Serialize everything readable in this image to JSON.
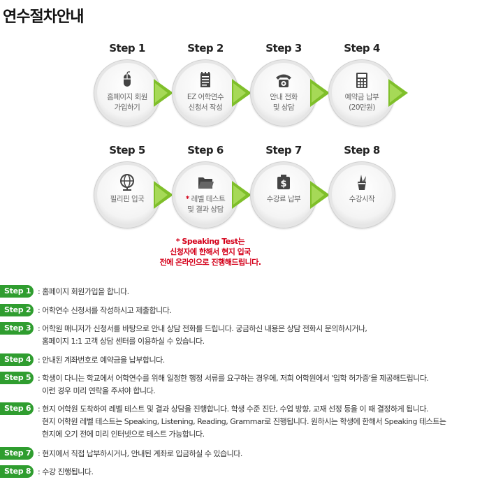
{
  "page_title": "연수절차안내",
  "steps": [
    {
      "title": "Step 1",
      "label_lines": [
        "홈페이지 회원",
        "가입하기"
      ],
      "icon": "mouse-icon"
    },
    {
      "title": "Step 2",
      "label_lines": [
        "EZ 어학연수",
        "신청서 작성"
      ],
      "icon": "notepad-icon"
    },
    {
      "title": "Step 3",
      "label_lines": [
        "안내 전화",
        "및 상담"
      ],
      "icon": "telephone-icon"
    },
    {
      "title": "Step 4",
      "label_lines": [
        "예약금 납부",
        "(20만원)"
      ],
      "icon": "calculator-icon"
    },
    {
      "title": "Step 5",
      "label_lines": [
        "필리핀 입국"
      ],
      "icon": "globe-icon"
    },
    {
      "title": "Step 6",
      "star": "*",
      "label_lines": [
        "레벨 테스트",
        "및 결과 상담"
      ],
      "icon": "folder-icon"
    },
    {
      "title": "Step 7",
      "label_lines": [
        "수강료 납부"
      ],
      "icon": "money-bag-icon"
    },
    {
      "title": "Step 8",
      "label_lines": [
        "수강시작"
      ],
      "icon": "pencil-cup-icon"
    }
  ],
  "speaking_note_lines": [
    "* Speaking Test는",
    "신청자에 한해서 현지 입국",
    "전에 온라인으로 진행해드립니다."
  ],
  "descriptions": [
    {
      "badge": "Step 1",
      "lines": [
        ": 홈페이지 회원가입을 합니다."
      ]
    },
    {
      "badge": "Step 2",
      "lines": [
        ": 어학연수 신청서를 작성하시고 제출합니다."
      ]
    },
    {
      "badge": "Step 3",
      "lines": [
        ": 어학원 매니저가 신청서를 바탕으로 안내 상담 전화를 드립니다. 궁금하신 내용은 상담 전화시 문의하시거나,",
        "홈페이지 1:1 고객 상담 센터를 이용하실 수 있습니다."
      ]
    },
    {
      "badge": "Step 4",
      "lines": [
        ": 안내된 계좌번호로 예약금을 납부합니다."
      ]
    },
    {
      "badge": "Step 5",
      "lines": [
        ": 학생이 다니는 학교에서 어학연수를 위해 일정한 행정 서류를 요구하는 경우에, 저희 어학원에서 '입학 허가증'을 제공해드립니다.",
        "이런 경우 미리 연락을 주셔야 합니다."
      ]
    },
    {
      "badge": "Step 6",
      "lines": [
        ": 현지 어학원 도착하여 레벨 테스트 및 결과 상담을 진행합니다. 학생 수준 진단, 수업 방향, 교재 선정 등을 이 때 결정하게 됩니다.",
        "현지 어학원 레벨 테스트는 Speaking, Listening, Reading, Grammar로 진행됩니다. 원하시는 학생에 한해서 Speaking 테스트는",
        "현지에 오기 전에 미리 인터넷으로 테스트 가능합니다."
      ]
    },
    {
      "badge": "Step 7",
      "lines": [
        ": 현지에서 직접 납부하시거나, 안내된 계좌로 입금하실 수 있습니다."
      ]
    },
    {
      "badge": "Step 8",
      "lines": [
        ": 수강 진행됩니다."
      ]
    }
  ],
  "colors": {
    "accent_green": "#2f9d2f",
    "arrow_green": "#7fbf2a",
    "note_red": "#d4001a"
  }
}
